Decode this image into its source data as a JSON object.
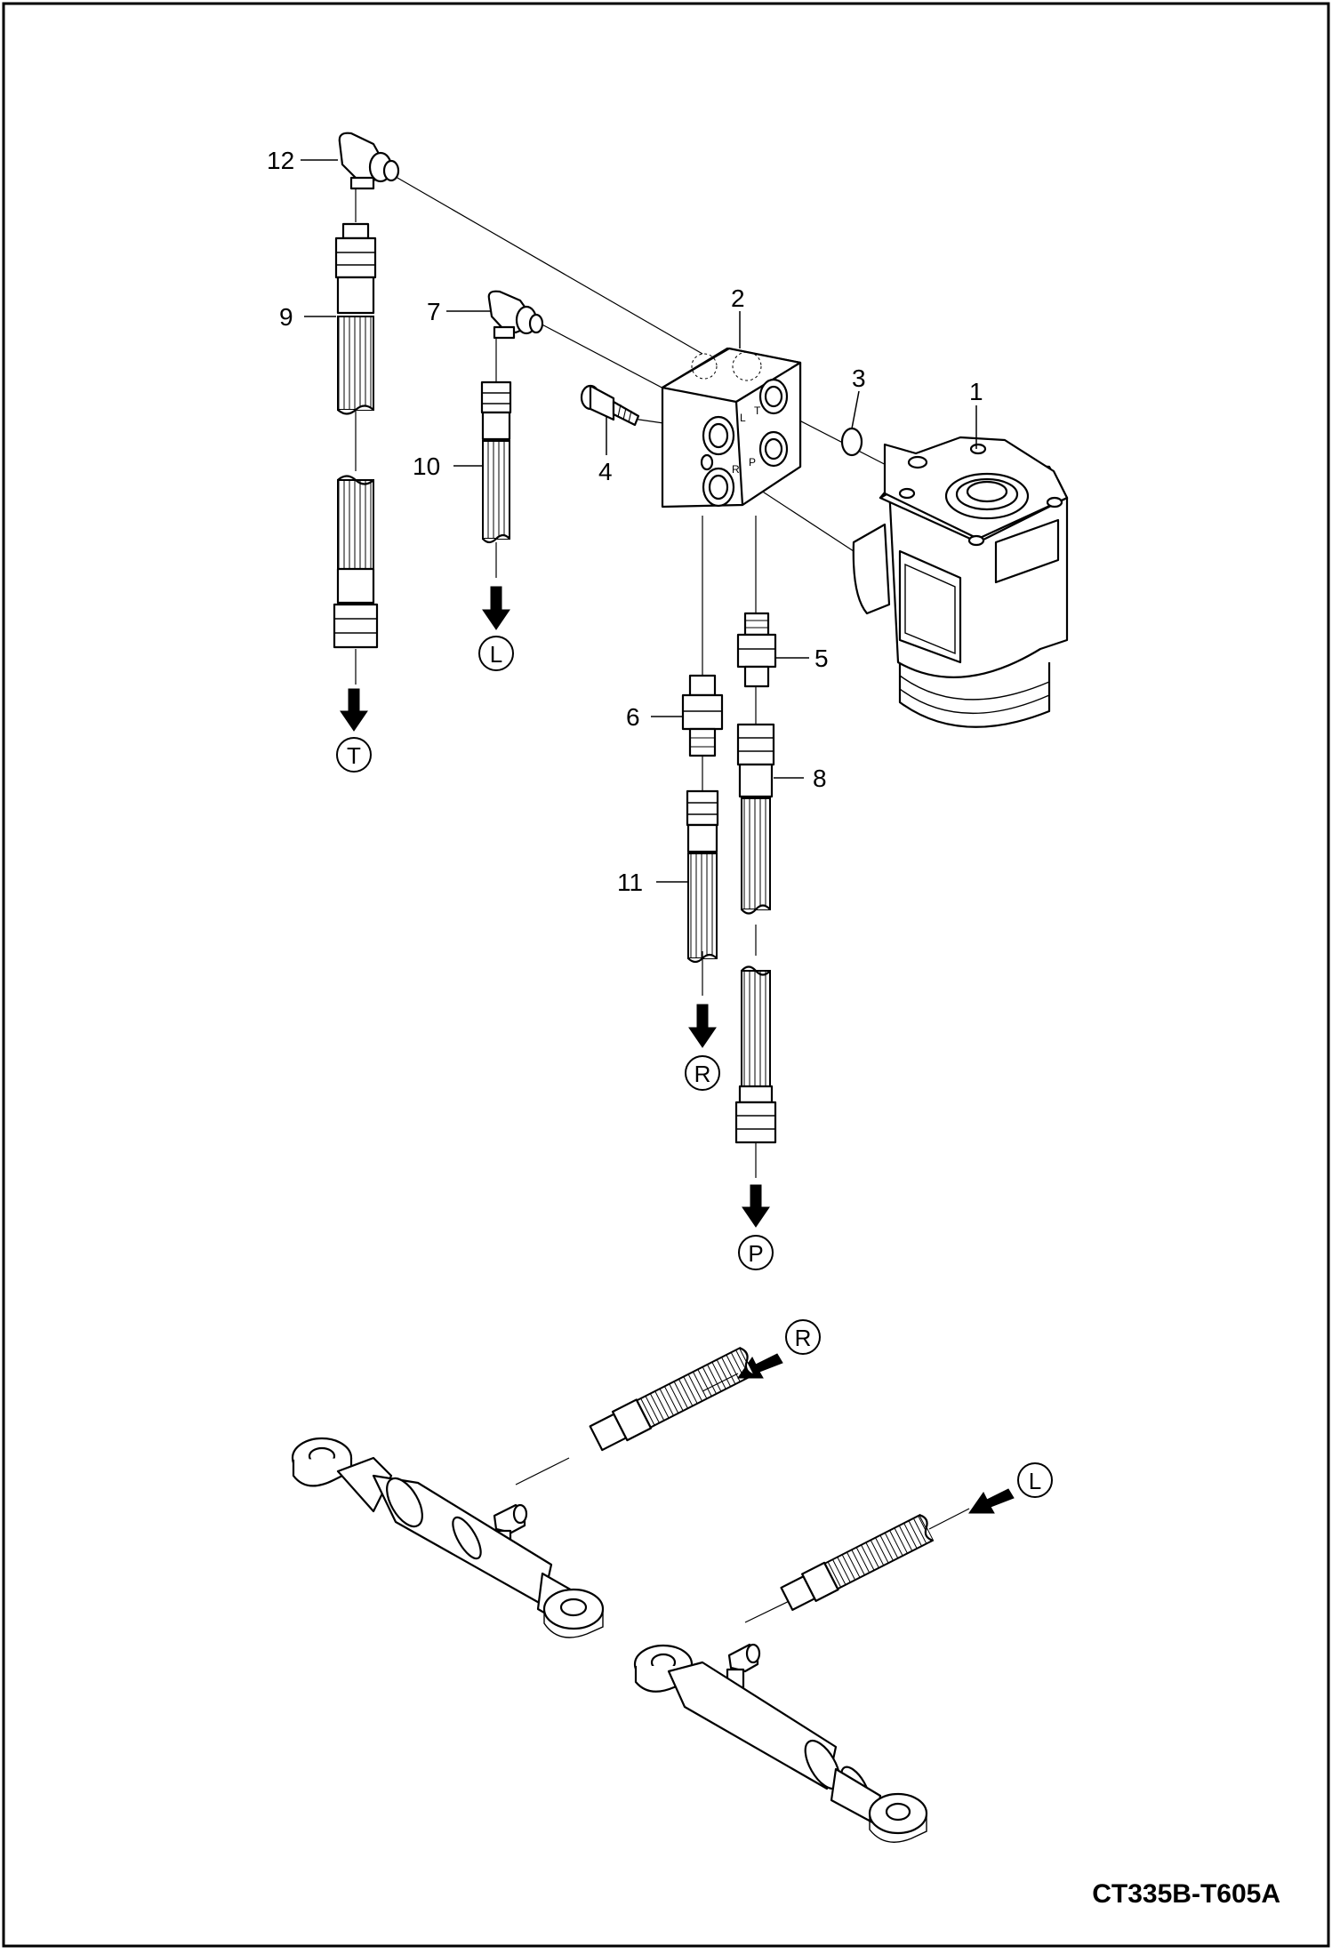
{
  "document_code": "CT335B-T605A",
  "callouts": {
    "c1": "1",
    "c2": "2",
    "c3": "3",
    "c4": "4",
    "c5": "5",
    "c6": "6",
    "c7": "7",
    "c8": "8",
    "c9": "9",
    "c10": "10",
    "c11": "11",
    "c12": "12"
  },
  "port_markers": {
    "t": "T",
    "l_upper": "L",
    "r_upper": "R",
    "p": "P",
    "r_lower": "R",
    "l_lower": "L"
  },
  "block_port_labels": {
    "l": "L",
    "t": "T",
    "r": "R",
    "p": "P"
  }
}
